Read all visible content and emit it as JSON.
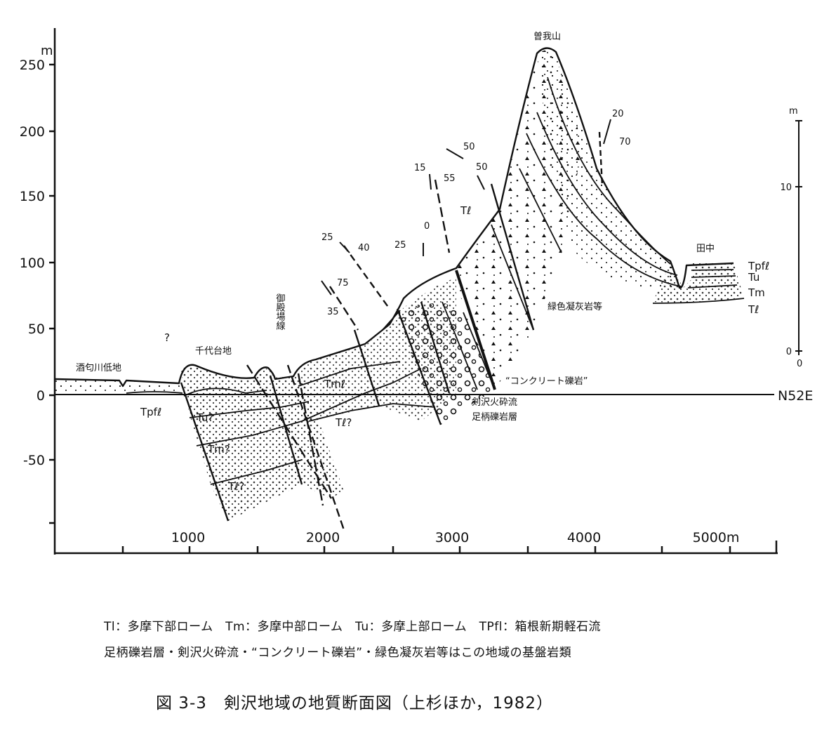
{
  "axes": {
    "y_unit": "m",
    "y_ticks": [
      "250",
      "200",
      "150",
      "100",
      "50",
      "0",
      "-50"
    ],
    "x_ticks": [
      "1000",
      "2000",
      "3000",
      "4000",
      "5000m"
    ],
    "right_unit": "m",
    "right_ticks": [
      "10",
      "0"
    ],
    "right_extra": "0"
  },
  "labels": {
    "sakawa_lowland": "酒匂川低地",
    "chiyo_plateau": "千代台地",
    "gotenba_line": "御殿場線",
    "question": "?",
    "tpfl_left": "Tpfℓ",
    "tu_q": "Tu?",
    "tm_q": "Tm?",
    "tl_q": "Tℓ?",
    "tm_mid": "Tmℓ",
    "tl_mid": "Tℓ?",
    "tl_upper": "Tℓ",
    "soga": "曽我山",
    "tanaka": "田中",
    "green_tuff": "緑色凝灰岩等",
    "concrete": "“コンクリート礫岩”",
    "kenzawa": "剣沢火砕流",
    "ashigara": "足柄礫岩層",
    "n52e": "N52E",
    "right_tpfl": "Tpfℓ",
    "right_tu": "Tu",
    "right_tm": "Tm",
    "right_tl": "Tℓ"
  },
  "dips": [
    "25",
    "40",
    "75",
    "35",
    "25",
    "0",
    "15",
    "55",
    "50",
    "50",
    "20",
    "70"
  ],
  "caption": {
    "line1": "Tl：多摩下部ローム　Tm：多摩中部ローム　Tu：多摩上部ローム　TPfl：箱根新期軽石流",
    "line2": "足柄礫岩層・剣沢火砕流・“コンクリート礫岩”・緑色凝灰岩等はこの地域の基盤岩類"
  },
  "title": "図 3-3　剣沢地域の地質断面図（上杉ほか，1982）"
}
